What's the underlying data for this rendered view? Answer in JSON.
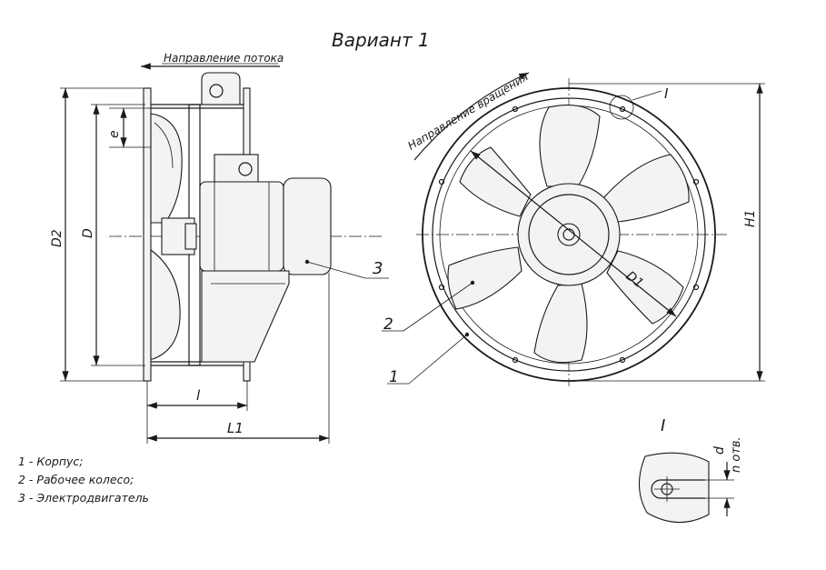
{
  "title": "Вариант 1",
  "flow_direction": "Направление потока",
  "rotation_direction": "Направление вращения",
  "dims": {
    "e": "e",
    "D": "D",
    "D2": "D2",
    "l": "l",
    "L1": "L1",
    "H1": "H1",
    "D1": "D1",
    "d": "d",
    "n_holes": "n отв."
  },
  "callouts": {
    "detail_ref": "I",
    "detail_title": "I",
    "part1_front": "1",
    "part2": "2",
    "part3": "3"
  },
  "legend": [
    "1 - Корпус;",
    "2 - Рабочее колесо;",
    "3 - Электродвигатель"
  ]
}
